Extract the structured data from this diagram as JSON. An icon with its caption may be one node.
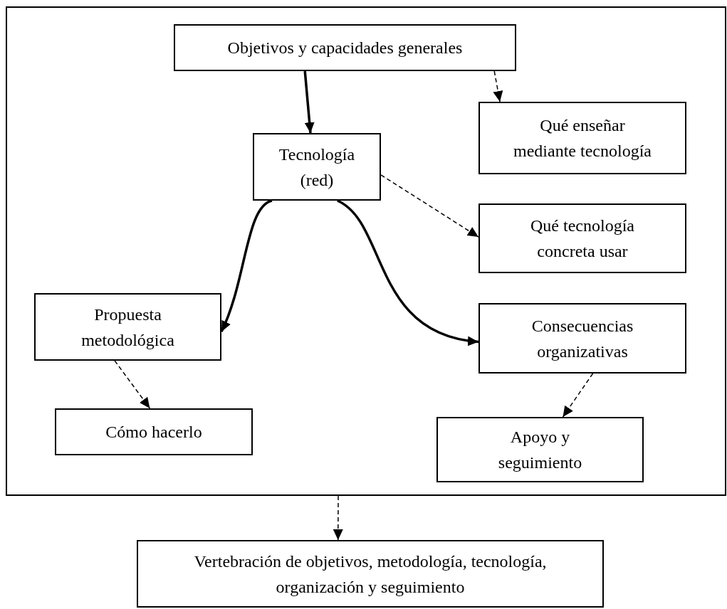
{
  "diagram": {
    "nodes": [
      {
        "text": [],
        "shape": "box"
      },
      {
        "text": [
          "Objetivos y capacidades generales"
        ],
        "in": 0
      },
      {
        "text": [
          "Qué enseñar mediante tecnología"
        ],
        "in": 0
      },
      {
        "text": [
          "Tecnología (red)"
        ],
        "in": 0
      },
      {
        "text": [
          "Qué tecnología concreta usar"
        ],
        "in": 0
      },
      {
        "text": [
          "Propuesta metodológica"
        ],
        "in": 0
      },
      {
        "text": [
          "Consecuencias organizativas"
        ],
        "in": 0
      },
      {
        "text": [
          "Cómo hacerlo"
        ],
        "in": 0
      },
      {
        "text": [
          "Apoyo y seguimiento"
        ],
        "in": 0
      },
      {
        "text": [
          "Vertebración de objetivos, metodología, tecnología, organización y seguimiento"
        ]
      }
    ],
    "edges": [
      {
        "from": 1,
        "to": 3,
        "arrow": "to",
        "style": "thick"
      },
      {
        "from": 1,
        "to": 2,
        "arrow": "to",
        "style": "dashed"
      },
      {
        "from": 3,
        "to": 4,
        "arrow": "to",
        "style": "dashed"
      },
      {
        "from": 3,
        "to": 5,
        "arrow": "to",
        "style": "thick"
      },
      {
        "from": 3,
        "to": 6,
        "arrow": "to",
        "style": "thick"
      },
      {
        "from": 5,
        "to": 7,
        "arrow": "to",
        "style": "dashed"
      },
      {
        "from": 6,
        "to": 8,
        "arrow": "to",
        "style": "dashed"
      },
      {
        "from": 0,
        "to": 9,
        "arrow": "to",
        "style": "dashed"
      }
    ]
  }
}
